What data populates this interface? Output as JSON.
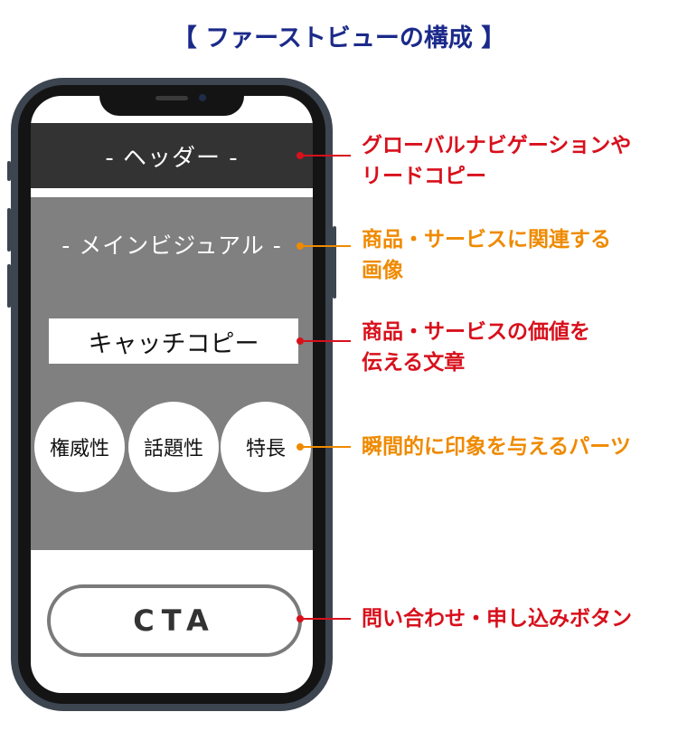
{
  "title": "【 ファーストビューの構成 】",
  "phone": {
    "header_label": "- ヘッダー -",
    "main_visual_label": "- メインビジュアル -",
    "catch_copy": "キャッチコピー",
    "circles": [
      "権威性",
      "話題性",
      "特長"
    ],
    "cta_label": "CTA"
  },
  "annotations": [
    {
      "lines": [
        "グローバルナビゲーションや",
        "リードコピー"
      ],
      "color": "#d8101c"
    },
    {
      "lines": [
        "商品・サービスに関連する",
        "画像"
      ],
      "color": "#ef8a00"
    },
    {
      "lines": [
        "商品・サービスの価値を",
        "伝える文章"
      ],
      "color": "#d8101c"
    },
    {
      "lines": [
        "瞬間的に印象を与えるパーツ"
      ],
      "color": "#ef8a00"
    },
    {
      "lines": [
        "問い合わせ・申し込みボタン"
      ],
      "color": "#d8101c"
    }
  ],
  "colors": {
    "title": "#1b2a8a",
    "header_bar": "#333333",
    "main_visual": "#808080",
    "phone_frame": "#3d4550"
  }
}
